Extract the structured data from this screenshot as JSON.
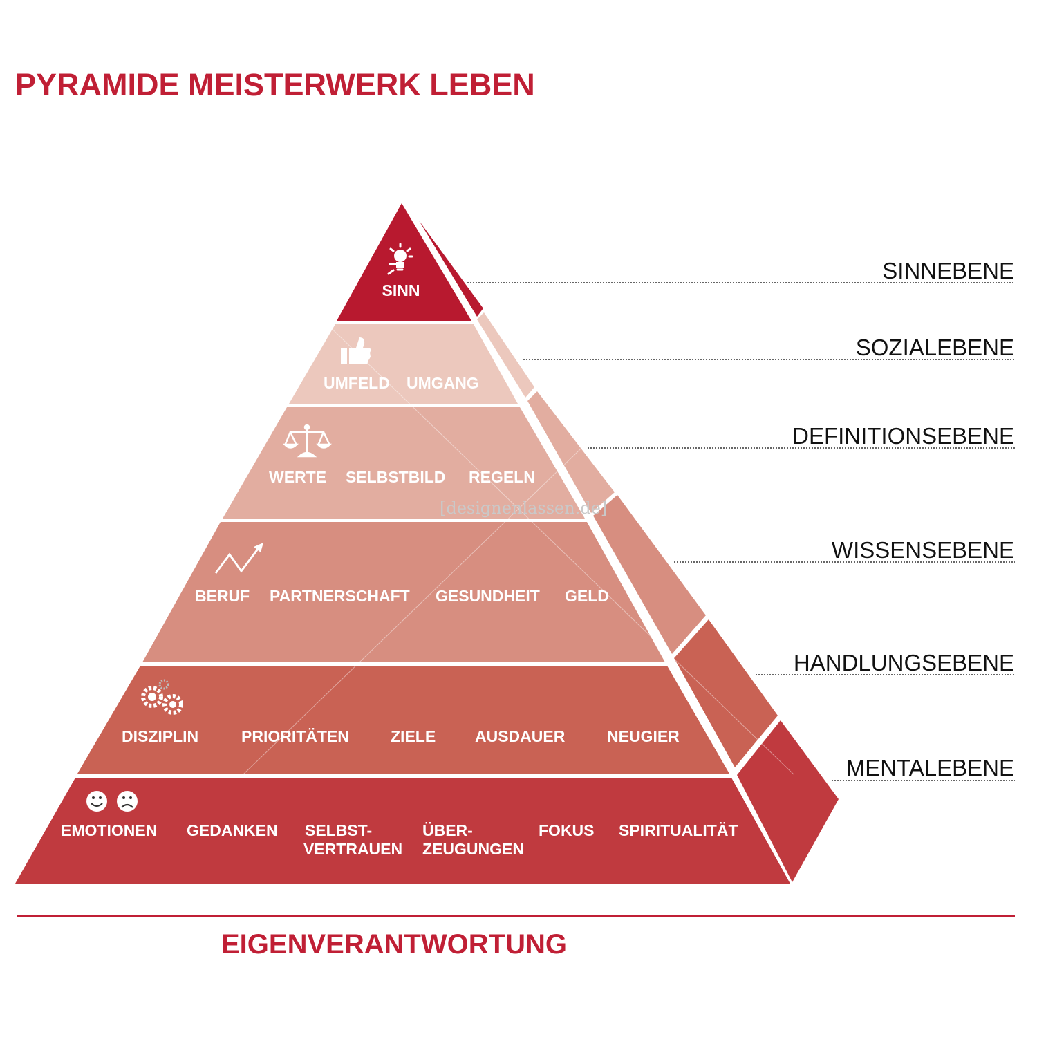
{
  "title": "PYRAMIDE MEISTERWERK LEBEN",
  "footer": "EIGENVERANTWORTUNG",
  "watermark": "[designenlassen.de]",
  "colors": {
    "accent": "#c01f35",
    "tier_sinn": "#b8192f",
    "tier_sozial": "#ecc8bd",
    "tier_definition": "#e2ada0",
    "tier_wissen": "#d78e80",
    "tier_handlung": "#c96254",
    "tier_mental": "#c03a3f"
  },
  "tiers": [
    {
      "id": "sinn",
      "icon": "lightbulb-icon",
      "items": [
        "SINN"
      ]
    },
    {
      "id": "sozial",
      "icon": "thumbs-up-icon",
      "items": [
        "UMFELD",
        "UMGANG"
      ]
    },
    {
      "id": "definition",
      "icon": "scales-icon",
      "items": [
        "WERTE",
        "SELBSTBILD",
        "REGELN"
      ]
    },
    {
      "id": "wissen",
      "icon": "trend-arrow-icon",
      "items": [
        "BERUF",
        "PARTNERSCHAFT",
        "GESUNDHEIT",
        "GELD"
      ]
    },
    {
      "id": "handlung",
      "icon": "gears-icon",
      "items": [
        "DISZIPLIN",
        "PRIORITÄTEN",
        "ZIELE",
        "AUSDAUER",
        "NEUGIER"
      ]
    },
    {
      "id": "mental",
      "icon": "happy-sad-faces-icon",
      "items": [
        "EMOTIONEN",
        "GEDANKEN",
        "SELBST-",
        "VERTRAUEN",
        "ÜBER-",
        "ZEUGUNGEN",
        "FOKUS",
        "SPIRITUALITÄT"
      ]
    }
  ],
  "levels": [
    "SINNEBENE",
    "SOZIALEBENE",
    "DEFINITIONSEBENE",
    "WISSENSEBENE",
    "HANDLUNGSEBENE",
    "MENTALEBENE"
  ]
}
